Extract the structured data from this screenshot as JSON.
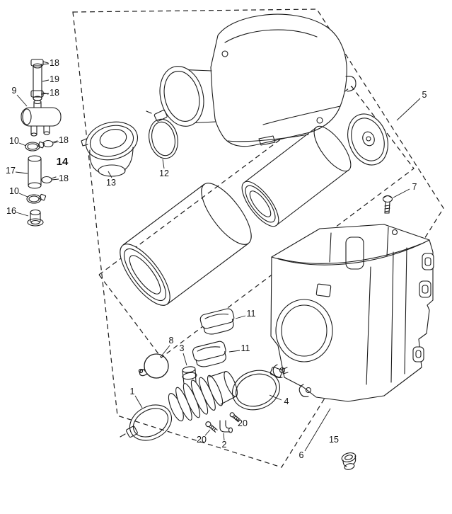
{
  "colors": {
    "background": "#ffffff",
    "line": "#1a1a1a",
    "label_text": "#111111"
  },
  "diagram": {
    "labels": [
      {
        "id": "18-a",
        "text": "18"
      },
      {
        "id": "19",
        "text": "19"
      },
      {
        "id": "18-b",
        "text": "18"
      },
      {
        "id": "9",
        "text": "9"
      },
      {
        "id": "10-a",
        "text": "10"
      },
      {
        "id": "18-c",
        "text": "18"
      },
      {
        "id": "14",
        "text": "14"
      },
      {
        "id": "17",
        "text": "17"
      },
      {
        "id": "18-d",
        "text": "18"
      },
      {
        "id": "10-b",
        "text": "10"
      },
      {
        "id": "16",
        "text": "16"
      },
      {
        "id": "13",
        "text": "13"
      },
      {
        "id": "12",
        "text": "12"
      },
      {
        "id": "5",
        "text": "5"
      },
      {
        "id": "7",
        "text": "7"
      },
      {
        "id": "11-a",
        "text": "11"
      },
      {
        "id": "11-b",
        "text": "11"
      },
      {
        "id": "8",
        "text": "8"
      },
      {
        "id": "3",
        "text": "3"
      },
      {
        "id": "1",
        "text": "1"
      },
      {
        "id": "4",
        "text": "4"
      },
      {
        "id": "20-a",
        "text": "20"
      },
      {
        "id": "20-b",
        "text": "20"
      },
      {
        "id": "2",
        "text": "2"
      },
      {
        "id": "6",
        "text": "6"
      },
      {
        "id": "15",
        "text": "15"
      }
    ]
  }
}
